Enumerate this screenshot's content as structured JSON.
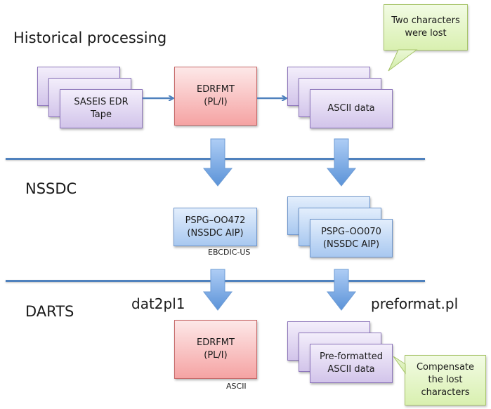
{
  "sections": {
    "historical": "Historical processing",
    "nssdc": "NSSDC",
    "darts": "DARTS"
  },
  "historical": {
    "source": "SASEIS EDR\nTape",
    "program": "EDRFMT\n(PL/I)",
    "output": "ASCII data",
    "callout": "Two characters\nwere lost"
  },
  "nssdc": {
    "single": "PSPG–OO472\n(NSSDC AIP)",
    "single_encoding": "EBCDIC-US",
    "stack": "PSPG–OO070\n(NSSDC AIP)"
  },
  "darts": {
    "left_tool": "dat2pl1",
    "right_tool": "preformat.pl",
    "program": "EDRFMT\n(PL/I)",
    "program_encoding": "ASCII",
    "output": "Pre-formatted\nASCII data",
    "callout": "Compensate\nthe lost\ncharacters"
  },
  "colors": {
    "line": "#4f81bd",
    "arrow": "#6a9fdc",
    "purple": "#d2c4ea",
    "red": "#f5a3a3",
    "blue": "#a8c8f0",
    "green": "#d9f0b0"
  }
}
